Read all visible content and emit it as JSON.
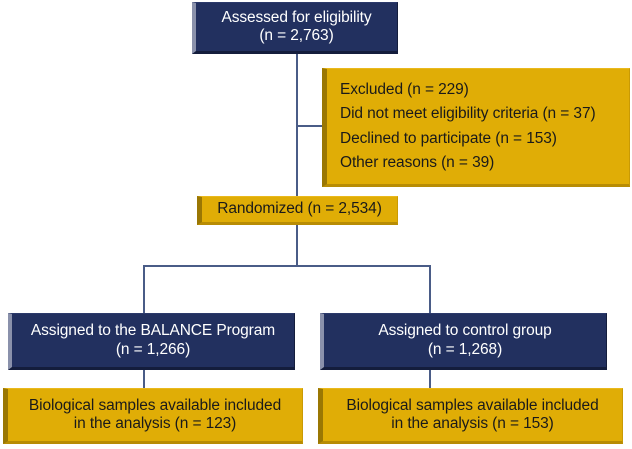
{
  "diagram": {
    "type": "consort-flow-diagram",
    "colors": {
      "navy": "#22305F",
      "gold": "#E0AD06",
      "connector": "#4A5C87",
      "navy_text": "#FFFFFF",
      "gold_text": "#1A1A1A",
      "background": "#FFFFFF"
    },
    "nodes": {
      "assessed": {
        "line1": "Assessed for eligibility",
        "line2": "(n = 2,763)"
      },
      "excluded": {
        "line1": "Excluded (n = 229)",
        "line2": "Did not meet eligibility criteria (n = 37)",
        "line3": "Declined to participate (n = 153)",
        "line4": "Other reasons (n = 39)"
      },
      "randomized": {
        "line1": "Randomized (n = 2,534)"
      },
      "balance_arm": {
        "line1": "Assigned to the BALANCE Program",
        "line2": "(n = 1,266)"
      },
      "control_arm": {
        "line1": "Assigned to control group",
        "line2": "(n = 1,268)"
      },
      "balance_bio": {
        "line1": "Biological samples available included",
        "line2": "in the analysis (n = 123)"
      },
      "control_bio": {
        "line1": "Biological samples available included",
        "line2": "in the analysis (n = 153)"
      }
    }
  }
}
